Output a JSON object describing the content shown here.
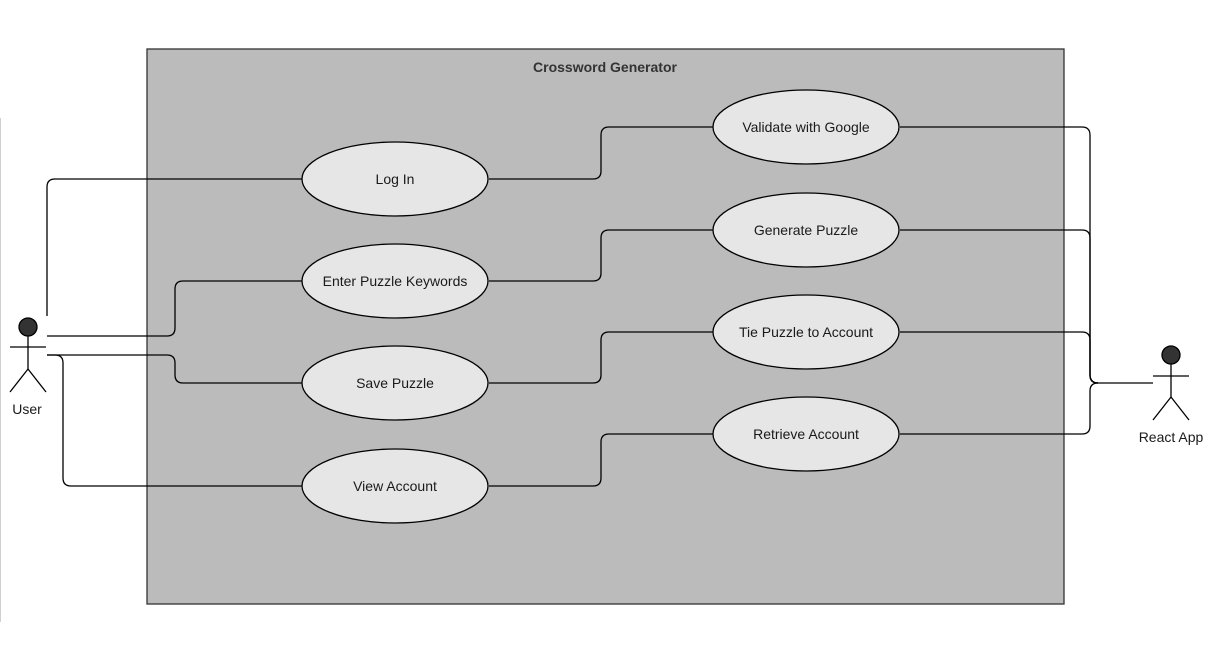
{
  "system": {
    "title": "Crossword Generator"
  },
  "actors": {
    "user": "User",
    "react_app": "React App"
  },
  "use_cases": {
    "log_in": "Log In",
    "enter_keywords": "Enter Puzzle Keywords",
    "save_puzzle": "Save Puzzle",
    "view_account": "View Account",
    "validate_google": "Validate with Google",
    "generate_puzzle": "Generate Puzzle",
    "tie_puzzle": "Tie Puzzle to Account",
    "retrieve_account": "Retrieve Account"
  },
  "colors": {
    "boundary_fill": "#bbbbbb",
    "usecase_fill": "#e6e6e6",
    "line": "#000000"
  }
}
